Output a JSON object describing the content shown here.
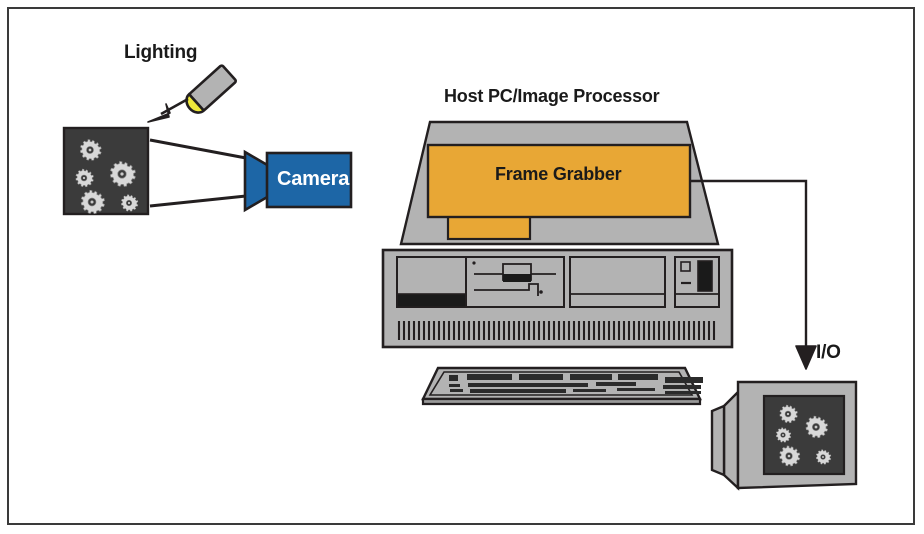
{
  "figure": {
    "title": "Machine vision system block diagram",
    "border_color": "#3a3a3a",
    "background": "#ffffff"
  },
  "labels": {
    "lighting": "Lighting",
    "camera": "Camera",
    "host_pc": "Host PC/Image Processor",
    "frame_grabber": "Frame Grabber",
    "io": "I/O"
  },
  "colors": {
    "camera_blue": "#1d66a6",
    "frame_grabber_orange": "#e8a735",
    "light_bulb_yellow": "#efe93a",
    "hardware_gray": "#b3b3b3",
    "dark_panel": "#3b3b3b",
    "outline": "#231f20"
  },
  "components": [
    {
      "name": "lighting",
      "label": "Lighting",
      "shape": "angled-light-source",
      "bulb_color": "#efe93a",
      "body_color": "#b3b3b3"
    },
    {
      "name": "part-tray",
      "label": "",
      "shape": "dark-square-with-gears",
      "gear_count": 5,
      "background": "#3b3b3b"
    },
    {
      "name": "camera",
      "label": "Camera",
      "shape": "rectangle-with-lens-triangle",
      "color": "#1d66a6"
    },
    {
      "name": "host-pc",
      "label": "Host PC/Image Processor",
      "shape": "desktop-pc-with-keyboard",
      "color": "#b3b3b3"
    },
    {
      "name": "frame-grabber",
      "label": "Frame Grabber",
      "shape": "expansion-card",
      "color": "#e8a735"
    },
    {
      "name": "io-monitor",
      "label": "I/O",
      "shape": "crt-monitor-with-gears",
      "gear_count": 5,
      "screen_background": "#3b3b3b"
    }
  ],
  "connections": [
    {
      "from": "lighting",
      "to": "part-tray",
      "style": "arrow"
    },
    {
      "from": "part-tray",
      "to": "camera",
      "style": "field-of-view-lines"
    },
    {
      "from": "frame-grabber",
      "to": "io-monitor",
      "style": "right-angle-arrow"
    }
  ]
}
